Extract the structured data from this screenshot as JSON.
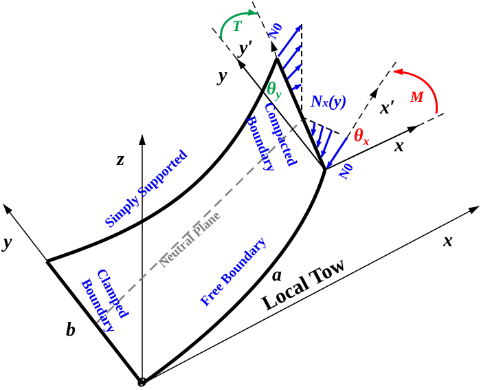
{
  "labels": {
    "z": "z",
    "y_global": "y",
    "x_global": "x",
    "origin": "o",
    "a": "a",
    "b": "b",
    "local_tow": "Local Tow",
    "neutral_plane": "Neutral Plane",
    "simply_supported": "Simply Supported",
    "free_boundary": "Free Boundary",
    "clamped_1": "Clamped",
    "clamped_2": "Boundary",
    "compacted_1": "Compacted",
    "compacted_2": "Boundary",
    "y_local": "y",
    "y_prime": "y′",
    "x_local": "x",
    "x_prime": "x′",
    "T": "T",
    "M": "M",
    "theta_y": "θ",
    "theta_y_sub": "y",
    "theta_x": "θ",
    "theta_x_sub": "x",
    "N0_top": "N0",
    "N0_bottom": "N0",
    "Nx": "N",
    "Nx_sub": "x",
    "Nx_arg": "(y)"
  },
  "colors": {
    "force": "#0000ee",
    "torque": "#00a04a",
    "moment": "#ff0000",
    "plane": "#808080"
  }
}
